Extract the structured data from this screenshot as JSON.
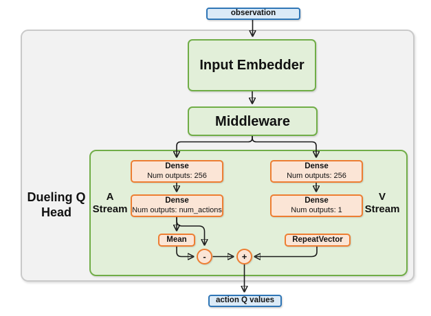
{
  "theme": {
    "blue-border": "#2E75B6",
    "blue-fill": "#DBEAF7",
    "green-border": "#70AD47",
    "green-fill": "#E2EFD9",
    "orange-border": "#ED7D31",
    "orange-fill": "#FBE5D6",
    "panel-fill": "#F2F2F2",
    "panel-border": "#C9C9C9",
    "wire-color": "#1a1a1a"
  },
  "nodes": {
    "observation": "observation",
    "input_embedder": "Input Embedder",
    "middleware": "Middleware",
    "dense_a1": {
      "title": "Dense",
      "subtitle": "Num outputs: 256"
    },
    "dense_a2": {
      "title": "Dense",
      "subtitle": "Num outputs: num_actions"
    },
    "dense_v1": {
      "title": "Dense",
      "subtitle": "Num outputs: 256"
    },
    "dense_v2": {
      "title": "Dense",
      "subtitle": "Num outputs: 1"
    },
    "mean": "Mean",
    "repeat_vector": "RepeatVector",
    "minus_op": "-",
    "plus_op": "+",
    "action_q_values": "action Q values"
  },
  "labels": {
    "head_line1": "Dueling Q",
    "head_line2": "Head",
    "a_stream_line1": "A",
    "a_stream_line2": "Stream",
    "v_stream_line1": "V",
    "v_stream_line2": "Stream"
  }
}
